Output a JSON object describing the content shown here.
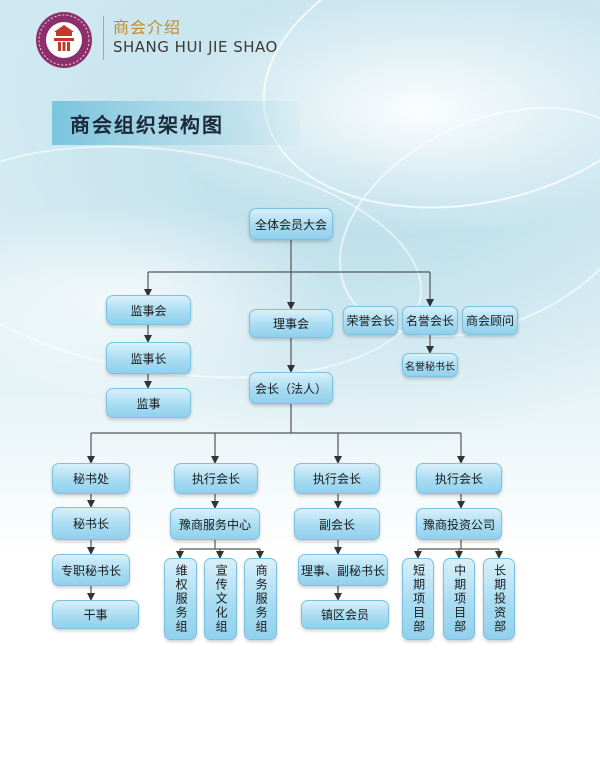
{
  "header": {
    "title_cn": "商会介绍",
    "title_en": "SHANG HUI JIE SHAO"
  },
  "page_title": "商会组织架构图",
  "org": {
    "top": "全体会员大会",
    "supervisory_board": "监事会",
    "chief_supervisor": "监事长",
    "supervisor": "监事",
    "council": "理事会",
    "president": "会长（法人）",
    "honorary_president": "荣誉会长",
    "named_president": "名誉会长",
    "advisor": "商会顾问",
    "honorary_secretary_general": "名誉秘书长",
    "branch_1": {
      "head": "秘书处",
      "l2": "秘书长",
      "l3": "专职秘书长",
      "l4": "干事"
    },
    "branch_2": {
      "head": "执行会长",
      "l2": "豫商服务中心",
      "subs": [
        "维权服务组",
        "宣传文化组",
        "商务服务组"
      ]
    },
    "branch_3": {
      "head": "执行会长",
      "l2": "副会长",
      "l3": "理事、副秘书长",
      "l4": "镇区会员"
    },
    "branch_4": {
      "head": "执行会长",
      "l2": "豫商投资公司",
      "subs": [
        "短期项目部",
        "中期项目部",
        "长期投资部"
      ]
    }
  }
}
